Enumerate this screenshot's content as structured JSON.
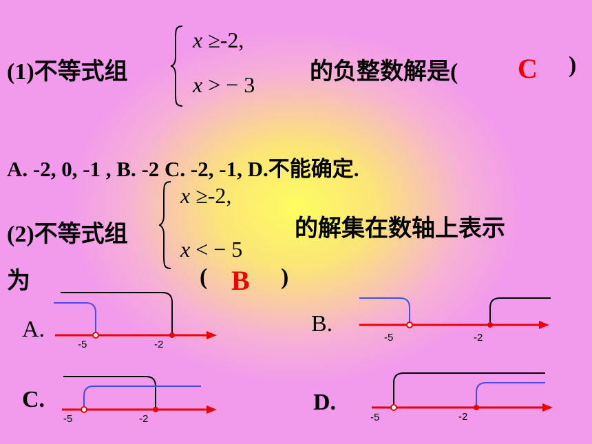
{
  "q1": {
    "prefix": "(1)不等式组",
    "line1_var": "x",
    "line1_rel": " ≥-2,",
    "line2_var": "x",
    "line2_rel": "  >  − 3",
    "suffix": "的负整数解是(",
    "close": ")",
    "answer": "C"
  },
  "options": {
    "text": "A. -2,  0,  -1 , B.   -2    C.  -2, -1, D.不能确定."
  },
  "q2": {
    "prefix": "(2)不等式组",
    "line1_var": "x",
    "line1_rel": " ≥-2,",
    "line2_var": "x",
    "line2_rel": "  <  − 5",
    "suffix": "的解集在数轴上表示",
    "line2_prefix": "为",
    "open": "(",
    "close": ")",
    "answer": "B"
  },
  "diagrams": [
    {
      "label": "A.",
      "tick_left": "-5",
      "tick_right": "-2"
    },
    {
      "label": "B.",
      "tick_left": "-5",
      "tick_right": "-2"
    },
    {
      "label": "C.",
      "tick_left": "-5",
      "tick_right": "-2"
    },
    {
      "label": "D.",
      "tick_left": "-5",
      "tick_right": "-2"
    }
  ],
  "colors": {
    "axis": "#ee0000",
    "answer": "#ee0000",
    "blue_ray": "#4a4ae8",
    "black_ray": "#000000"
  }
}
